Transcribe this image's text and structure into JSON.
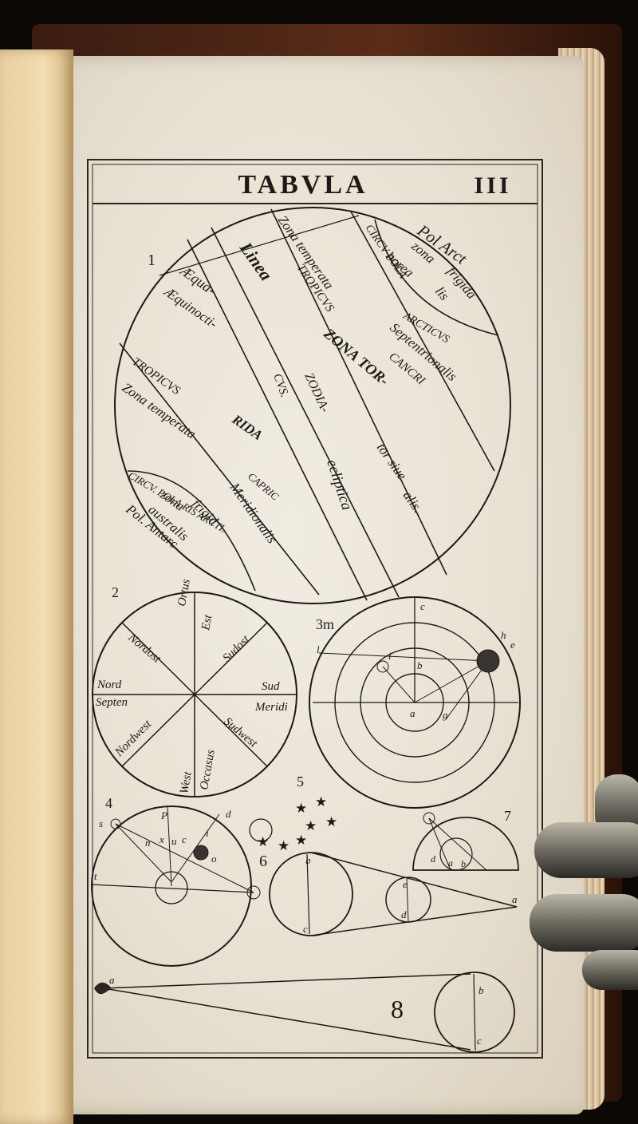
{
  "plate": {
    "title": "TABVLA",
    "number": "III"
  },
  "figure_numbers": [
    "1",
    "2",
    "3m",
    "4",
    "5",
    "6",
    "7",
    "8"
  ],
  "figure1": {
    "pol_arct": "Pol Arct",
    "zona_frigida_borealis": [
      "zona",
      "frigida",
      "borea",
      "lis"
    ],
    "circulus_polaris": "CIRCV POLA",
    "arcticus": "ARCTICVS",
    "septentrionalis": "Septentrionalis",
    "cancri": "CANCRI",
    "zona_temperata_top": "Zona temperata",
    "tropicus_top": "TROPICVS",
    "zona_torrida": "ZONA TOR-",
    "torrida_2": "RIDA",
    "zodiacus": "ZODIA-",
    "cus": "CVS.",
    "ecliptica": "ecliptica",
    "tor_siue": "tor siue",
    "alis": "alis.",
    "linea": "Linea",
    "aequa": "Æqua-",
    "aequinocti": "Æquinocti-",
    "tropicus_bottom": "TROPICVS",
    "zona_temperata_bottom": "Zona temperata",
    "capric": "CAPRIC",
    "meridionalis": "Meridionalis",
    "circulus_polaris_arcti": "CIRCV. POLA RIS ARCTI.",
    "zona_frigida_australis": [
      "zona",
      "frigid",
      "australis"
    ],
    "pol_antarc": "Pol. Antarc"
  },
  "figure2": {
    "ortus": "Ortus",
    "est": "Est",
    "nordost": "Nordost",
    "sudost": "Sudost",
    "nord": "Nord",
    "septen": "Septen",
    "sud": "Sud",
    "meridi": "Meridi",
    "nordwest": "Nordwest",
    "sudwest": "Sudwest",
    "west": "West",
    "occasus": "Occasus"
  },
  "figure3_letters": [
    "c",
    "i",
    "b",
    "a",
    "g",
    "h",
    "e",
    "l"
  ],
  "figure4_letters": [
    "s",
    "P",
    "d",
    "n",
    "x",
    "u",
    "c",
    "i",
    "t",
    "o"
  ],
  "figure6_letters": [
    "b",
    "c",
    "e",
    "d",
    "a"
  ],
  "figure7_letters": [
    "d",
    "a",
    "b"
  ],
  "figure8_letters": [
    "a",
    "b",
    "c"
  ]
}
